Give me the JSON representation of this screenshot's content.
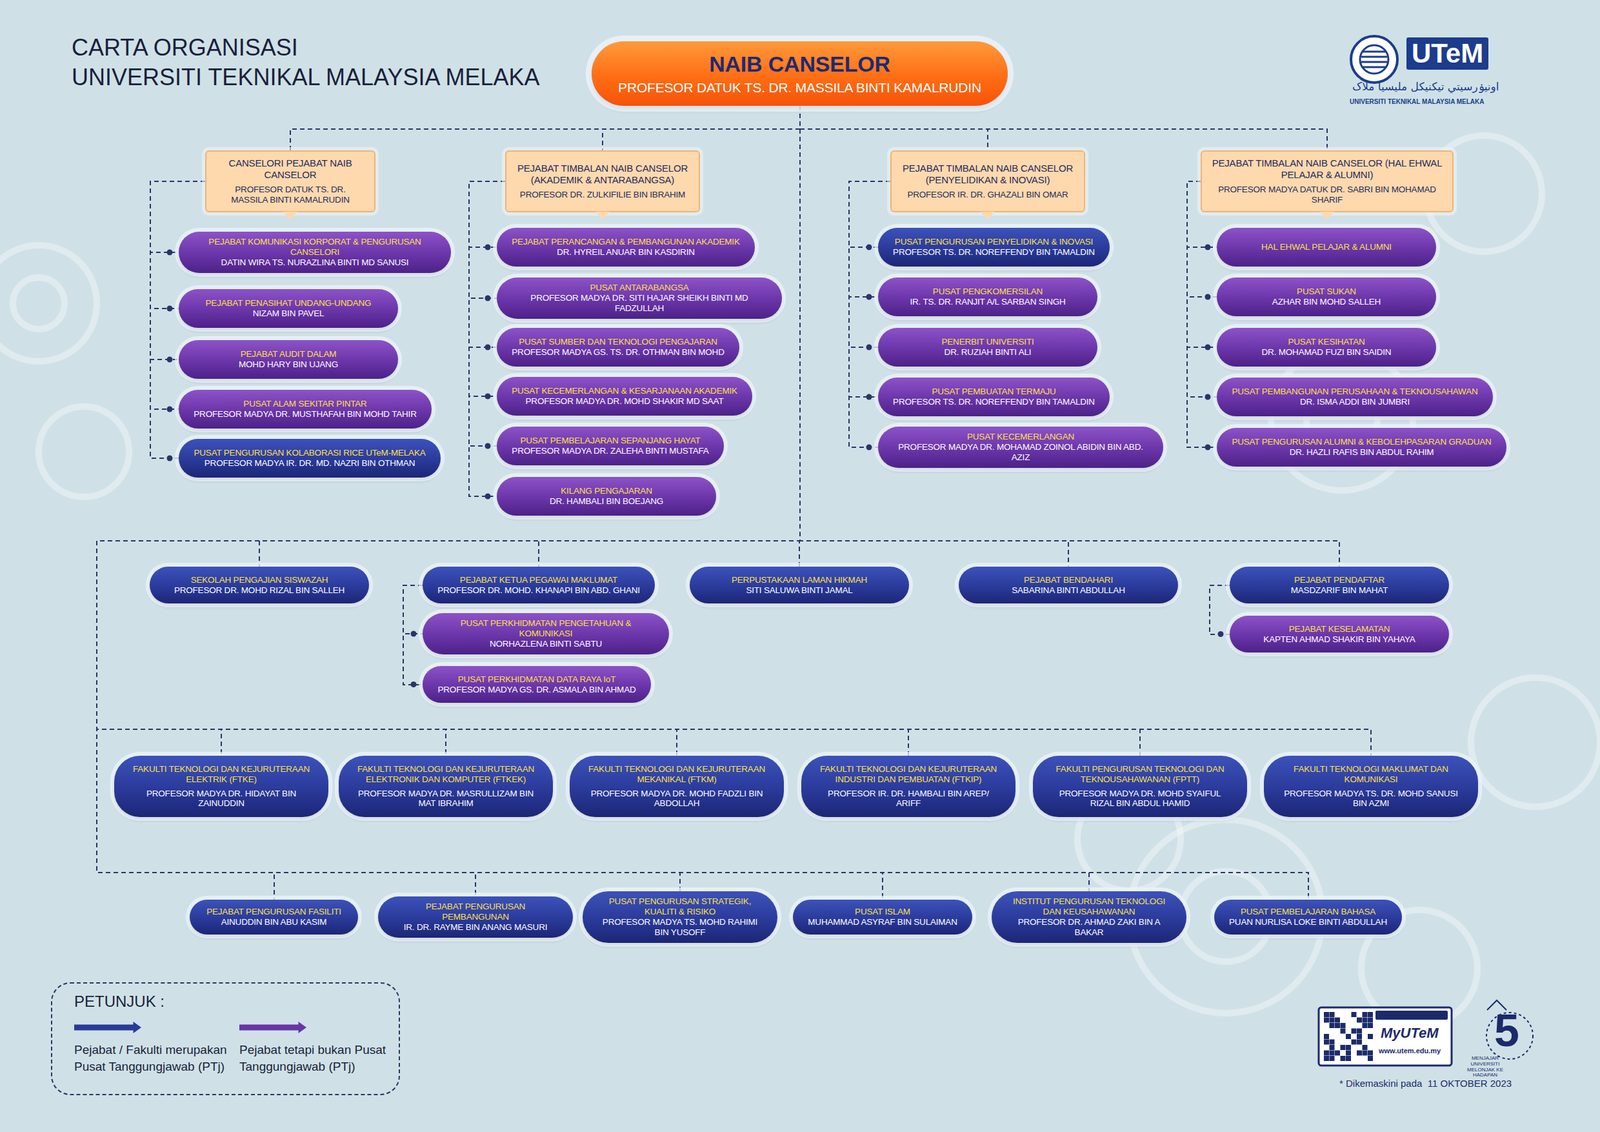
{
  "diagram": {
    "title": "CARTA ORGANISASI",
    "nodes": [
      {
        "text": [
          "NAIB CANSELOR",
          "PROFESOR DATUK TS. DR. MASSILA BINTI KAMALRUDIN"
        ]
      },
      {
        "text": [
          "CANSELORI PEJABAT NAIB CANSELOR",
          "PROFESOR DATUK TS. DR. MASSILA BINTI KAMALRUDIN"
        ]
      },
      {
        "text": [
          "PEJABAT KOMUNIKASI KORPORAT & PENGURUSAN CANSELORI",
          "DATIN WIRA TS. NURAZLINA BINTI MD SANUSI"
        ]
      },
      {
        "text": [
          "PEJABAT PENASIHAT UNDANG-UNDANG",
          "NIZAM BIN PAVEL"
        ]
      },
      {
        "text": [
          "PEJABAT AUDIT DALAM",
          "MOHD HARY BIN UJANG"
        ]
      },
      {
        "text": [
          "PUSAT ALAM SEKITAR PINTAR",
          "PROFESOR MADYA DR. MUSTHAFAH BIN MOHD TAHIR"
        ]
      },
      {
        "text": [
          "PUSAT PENGURUSAN KOLABORASI RICE UTeM-MELAKA",
          "PROFESOR MADYA IR. DR. MD. NAZRI BIN OTHMAN"
        ]
      },
      {
        "text": [
          "PEJABAT TIMBALAN NAIB CANSELOR (AKADEMIK & ANTARABANGSA)",
          "PROFESOR DR. ZULKIFILIE BIN IBRAHIM"
        ]
      },
      {
        "text": [
          "PEJABAT PERANCANGAN & PEMBANGUNAN AKADEMIK",
          "DR. HYREIL ANUAR BIN KASDIRIN"
        ]
      },
      {
        "text": [
          "PUSAT ANTARABANGSA",
          "PROFESOR MADYA DR. SITI HAJAR SHEIKH BINTI MD FADZULLAH"
        ]
      },
      {
        "text": [
          "PUSAT SUMBER DAN TEKNOLOGI PENGAJARAN",
          "PROFESOR MADYA GS. TS. DR. OTHMAN BIN MOHD"
        ]
      },
      {
        "text": [
          "PUSAT KECEMERLANGAN & KESARJANAAN AKADEMIK",
          "PROFESOR MADYA DR. MOHD SHAKIR MD SAAT"
        ]
      },
      {
        "text": [
          "PUSAT PEMBELAJARAN SEPANJANG HAYAT",
          "PROFESOR MADYA DR. ZALEHA BINTI MUSTAFA"
        ]
      },
      {
        "text": [
          "KILANG PENGAJARAN",
          "DR. HAMBALI BIN BOEJANG"
        ]
      },
      {
        "text": [
          "PEJABAT TIMBALAN NAIB CANSELOR (PENYELIDIKAN & INOVASI)",
          "PROFESOR IR. DR. GHAZALI BIN OMAR"
        ]
      },
      {
        "text": [
          "PUSAT PENGURUSAN PENYELIDIKAN & INOVASI",
          "PROFESOR TS. DR. NOREFFENDY BIN TAMALDIN"
        ]
      },
      {
        "text": [
          "PUSAT PENGKOMERSILAN",
          "IR. TS. DR. RANJIT A/L SARBAN SINGH"
        ]
      },
      {
        "text": [
          "PENERBIT UNIVERSITI",
          "DR. RUZIAH BINTI ALI"
        ]
      },
      {
        "text": [
          "PUSAT PEMBUATAN TERMAJU",
          "PROFESOR TS. DR. NOREFFENDY BIN TAMALDIN"
        ]
      },
      {
        "text": [
          "PUSAT KECEMERLANGAN",
          "PROFESOR MADYA DR. MOHAMAD ZOINOL ABIDIN BIN ABD. AZIZ"
        ]
      },
      {
        "text": [
          "PEJABAT TIMBALAN NAIB CANSELOR (HAL EHWAL PELAJAR & ALUMNI)",
          "PROFESOR MADYA DATUK DR. SABRI BIN MOHAMAD SHARIF"
        ]
      },
      {
        "text": [
          "HAL EHWAL PELAJAR & ALUMNI"
        ]
      },
      {
        "text": [
          "PUSAT SUKAN",
          "AZHAR BIN MOHD SALLEH"
        ]
      },
      {
        "text": [
          "PUSAT KESIHATAN",
          "DR. MOHAMAD FUZI BIN SAIDIN"
        ]
      },
      {
        "text": [
          "PUSAT PEMBANGUNAN PERUSAHAAN & TEKNOUSAHAWAN",
          "DR. ISMA ADDI BIN JUMBRI"
        ]
      },
      {
        "text": [
          "PUSAT PENGURUSAN ALUMNI & KEBOLEHPASARAN GRADUAN",
          "DR. HAZLI RAFIS BIN ABDUL RAHIM"
        ]
      },
      {
        "text": [
          "SEKOLAH PENGAJIAN SISWAZAH",
          "PROFESOR DR. MOHD RIZAL BIN SALLEH"
        ]
      },
      {
        "text": [
          "PEJABAT KETUA PEGAWAI MAKLUMAT",
          "PROFESOR DR. MOHD. KHANAPI BIN ABD. GHANI"
        ]
      },
      {
        "text": [
          "PUSAT PERKHIDMATAN PENGETAHUAN & KOMUNIKASI",
          "NORHAZLENA BINTI SABTU"
        ]
      },
      {
        "text": [
          "PUSAT PERKHIDMATAN DATA RAYA IoT",
          "PROFESOR MADYA GS. DR. ASMALA BIN AHMAD"
        ]
      },
      {
        "text": [
          "PERPUSTAKAAN LAMAN HIKMAH",
          "SITI SALUWA BINTI JAMAL"
        ]
      },
      {
        "text": [
          "PEJABAT BENDAHARI",
          "SABARINA BINTI ABDULLAH"
        ]
      },
      {
        "text": [
          "PEJABAT PENDAFTAR",
          "MASDZARIF BIN MAHAT"
        ]
      },
      {
        "text": [
          "PEJABAT KESELAMATAN",
          "KAPTEN AHMAD SHAKIR BIN YAHAYA"
        ]
      },
      {
        "text": [
          "FAKULTI TEKNOLOGI DAN KEJURUTERAAN ELEKTRIK (FTKE)",
          "PROFESOR MADYA DR. HIDAYAT BIN ZAINUDDIN"
        ]
      },
      {
        "text": [
          "FAKULTI TEKNOLOGI DAN KEJURUTERAAN ELEKTRONIK DAN KOMPUTER (FTKEK)",
          "PROFESOR MADYA DR. MASRULLIZAM BIN MAT IBRAHIM"
        ]
      },
      {
        "text": [
          "FAKULTI TEKNOLOGI DAN KEJURUTERAAN MEKANIKAL (FTKM)",
          "PROFESOR MADYA DR. MOHD FADZLI BIN ABDOLLAH"
        ]
      },
      {
        "text": [
          "FAKULTI TEKNOLOGI DAN KEJURUTERAAN INDUSTRI DAN PEMBUATAN (FTKIP)",
          "PROFESOR IR. DR. HAMBALI BIN AREP/ ARIFF"
        ]
      },
      {
        "text": [
          "FAKULTI PENGURUSAN TEKNOLOGI DAN TEKNOUSAHAWANAN (FPTT)",
          "PROFESOR MADYA DR. MOHD SYAIFUL RIZAL BIN ABDUL HAMID"
        ]
      },
      {
        "text": [
          "FAKULTI TEKNOLOGI MAKLUMAT DAN KOMUNIKASI",
          "PROFESOR MADYA TS. DR. MOHD SANUSI BIN AZMI"
        ]
      },
      {
        "text": [
          "PEJABAT PENGURUSAN FASILITI",
          "AINUDDIN BIN ABU KASIM"
        ]
      },
      {
        "text": [
          "PEJABAT PENGURUSAN PEMBANGUNAN",
          "IR. DR. RAYME BIN ANANG MASURI"
        ]
      },
      {
        "text": [
          "PUSAT PENGURUSAN STRATEGIK, KUALITI & RISIKO",
          "PROFESOR MADYA TS. MOHD RAHIMI BIN YUSOFF"
        ]
      },
      {
        "text": [
          "PUSAT ISLAM",
          "MUHAMMAD ASYRAF BIN SULAIMAN"
        ]
      },
      {
        "text": [
          "INSTITUT PENGURUSAN TEKNOLOGI DAN KEUSAHAWANAN",
          "PROFESOR DR. AHMAD ZAKI BIN A BAKAR"
        ]
      },
      {
        "text": [
          "PUSAT PEMBELAJARAN BAHASA",
          "PUAN NURLISA LOKE BINTI ABDULLAH"
        ]
      }
    ],
    "edges": [
      {
        "from": 0,
        "to": 1,
        "arrow": "none"
      },
      {
        "from": 0,
        "to": 7,
        "arrow": "none"
      },
      {
        "from": 0,
        "to": 14,
        "arrow": "none"
      },
      {
        "from": 0,
        "to": 20,
        "arrow": "none"
      },
      {
        "from": 1,
        "to": 2,
        "arrow": "none"
      },
      {
        "from": 1,
        "to": 3,
        "arrow": "none"
      },
      {
        "from": 1,
        "to": 4,
        "arrow": "none"
      },
      {
        "from": 1,
        "to": 5,
        "arrow": "none"
      },
      {
        "from": 1,
        "to": 6,
        "arrow": "none"
      },
      {
        "from": 7,
        "to": 8,
        "arrow": "none"
      },
      {
        "from": 7,
        "to": 9,
        "arrow": "none"
      },
      {
        "from": 7,
        "to": 10,
        "arrow": "none"
      },
      {
        "from": 7,
        "to": 11,
        "arrow": "none"
      },
      {
        "from": 7,
        "to": 12,
        "arrow": "none"
      },
      {
        "from": 7,
        "to": 13,
        "arrow": "none"
      },
      {
        "from": 14,
        "to": 15,
        "arrow": "none"
      },
      {
        "from": 14,
        "to": 16,
        "arrow": "none"
      },
      {
        "from": 14,
        "to": 17,
        "arrow": "none"
      },
      {
        "from": 14,
        "to": 18,
        "arrow": "none"
      },
      {
        "from": 14,
        "to": 19,
        "arrow": "none"
      },
      {
        "from": 20,
        "to": 21,
        "arrow": "none"
      },
      {
        "from": 20,
        "to": 22,
        "arrow": "none"
      },
      {
        "from": 20,
        "to": 23,
        "arrow": "none"
      },
      {
        "from": 20,
        "to": 24,
        "arrow": "none"
      },
      {
        "from": 20,
        "to": 25,
        "arrow": "none"
      },
      {
        "from": 0,
        "to": 26,
        "arrow": "none"
      },
      {
        "from": 0,
        "to": 27,
        "arrow": "none"
      },
      {
        "from": 27,
        "to": 28,
        "arrow": "none"
      },
      {
        "from": 27,
        "to": 29,
        "arrow": "none"
      },
      {
        "from": 0,
        "to": 30,
        "arrow": "none"
      },
      {
        "from": 0,
        "to": 31,
        "arrow": "none"
      },
      {
        "from": 0,
        "to": 32,
        "arrow": "none"
      },
      {
        "from": 32,
        "to": 33,
        "arrow": "none"
      },
      {
        "from": 0,
        "to": 34,
        "arrow": "none"
      },
      {
        "from": 0,
        "to": 35,
        "arrow": "none"
      },
      {
        "from": 0,
        "to": 36,
        "arrow": "none"
      },
      {
        "from": 0,
        "to": 37,
        "arrow": "none"
      },
      {
        "from": 0,
        "to": 38,
        "arrow": "none"
      },
      {
        "from": 0,
        "to": 39,
        "arrow": "none"
      },
      {
        "from": 0,
        "to": 40,
        "arrow": "none"
      },
      {
        "from": 0,
        "to": 41,
        "arrow": "none"
      },
      {
        "from": 0,
        "to": 42,
        "arrow": "none"
      },
      {
        "from": 0,
        "to": 43,
        "arrow": "none"
      },
      {
        "from": 0,
        "to": 44,
        "arrow": "none"
      },
      {
        "from": 0,
        "to": 45,
        "arrow": "none"
      }
    ],
    "labels": [
      "UNIVERSITI TEKNIKAL MALAYSIA MELAKA",
      "UTeM",
      "اونيۏرسيتي تيكنيكل مليسيا ملاک",
      "UNIVERSITI TEKNIKAL MALAYSIA MELAKA",
      "PETUNJUK :",
      "MyUTeM",
      "www.utem.edu.my",
      "5",
      "MENJAJAR UNIVERSITI MELONJAK KE HADAPAN",
      "* Dikemaskini pada  11 OKTOBER 2023"
    ],
    "legend": [
      {
        "text": "Pejabat / Fakulti merupakan Pusat Tanggungjawab (PTj)",
        "color": "#2a3a9a"
      },
      {
        "text": "Pejabat tetapi bukan Pusat Tanggungjawab (PTj)",
        "color": "#6a35a8"
      }
    ]
  }
}
